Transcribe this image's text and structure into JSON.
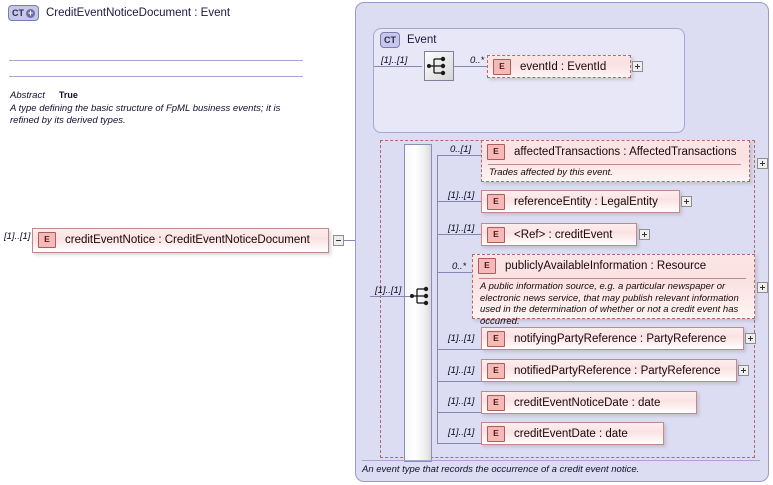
{
  "diagram": {
    "root_element": {
      "icon": "element-badge-E",
      "cardinality": "[1]..[1]",
      "label": "creditEventNotice : CreditEventNoticeDocument",
      "expander": "minus"
    },
    "complex_type": {
      "badge": "CT",
      "badge_plus": "+",
      "title": "CreditEventNoticeDocument : Event",
      "documentation": "An event type that records the occurrence of a credit event notice."
    },
    "base_type": {
      "badge": "CT",
      "title": "Event",
      "compositor": {
        "icon": "sequence-icon",
        "cardinality": "[1]..[1]"
      },
      "abstract_label": "Abstract",
      "abstract_value": "True",
      "documentation": "A type defining the basic structure of FpML business events; it is refined by its derived types.",
      "elements": [
        {
          "icon": "element-badge-E",
          "cardinality": "0..*",
          "label": "eventId  : EventId",
          "optional": true,
          "expander": "plus",
          "documentation": ""
        }
      ]
    },
    "derived_group": {
      "compositor": {
        "icon": "sequence-icon",
        "cardinality": "[1]..[1]"
      },
      "elements": [
        {
          "icon": "element-badge-E",
          "cardinality": "0..[1]",
          "label": "affectedTransactions : AffectedTransactions",
          "optional": true,
          "expander": "plus",
          "documentation": "Trades affected by this event."
        },
        {
          "icon": "element-badge-E",
          "cardinality": "[1]..[1]",
          "label": "referenceEntity : LegalEntity",
          "optional": false,
          "expander": "plus",
          "documentation": ""
        },
        {
          "icon": "element-badge-E",
          "cardinality": "[1]..[1]",
          "label": "<Ref>      : creditEvent",
          "optional": false,
          "expander": "plus",
          "documentation": ""
        },
        {
          "icon": "element-badge-E",
          "cardinality": "0..*",
          "label": "publiclyAvailableInformation : Resource",
          "optional": true,
          "expander": "plus",
          "documentation": "A public information source, e.g. a particular newspaper or electronic news service, that may publish relevant information used in the determination of whether or not a credit event has occurred."
        },
        {
          "icon": "element-badge-E",
          "cardinality": "[1]..[1]",
          "label": "notifyingPartyReference : PartyReference",
          "optional": false,
          "expander": "plus",
          "documentation": ""
        },
        {
          "icon": "element-badge-E",
          "cardinality": "[1]..[1]",
          "label": "notifiedPartyReference : PartyReference",
          "optional": false,
          "expander": "plus",
          "documentation": ""
        },
        {
          "icon": "element-badge-E",
          "cardinality": "[1]..[1]",
          "label": "creditEventNoticeDate : date",
          "optional": false,
          "expander": "plus",
          "documentation": ""
        },
        {
          "icon": "element-badge-E",
          "cardinality": "[1]..[1]",
          "label": "creditEventDate : date",
          "optional": false,
          "expander": "plus",
          "documentation": ""
        }
      ]
    },
    "colors": {
      "outer_bg": "#dcdcf2",
      "inner_bg": "#e7e7f7",
      "element_bg": "#fbe2e2",
      "element_border": "#c08a8a",
      "badge_bg": "#f4b9b9",
      "line": "#8686b3"
    }
  }
}
